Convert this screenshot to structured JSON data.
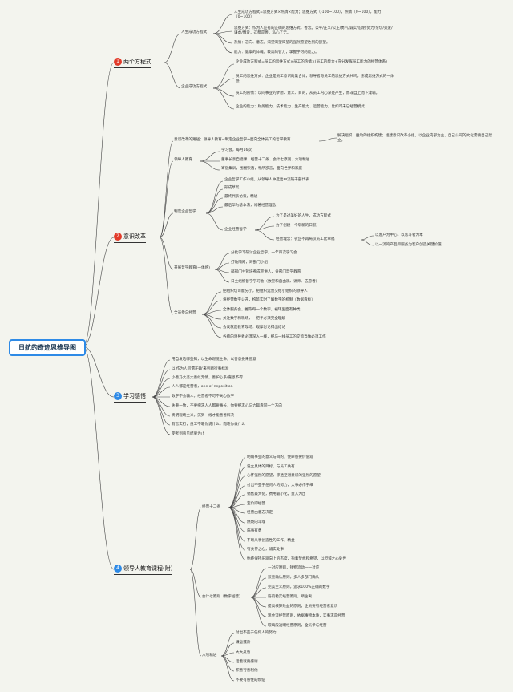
{
  "title": "日航的奇迹思维导图",
  "branches": [
    {
      "num": "1",
      "label": "两个方程式"
    },
    {
      "num": "2",
      "label": "意识改革"
    },
    {
      "num": "3",
      "label": "学习感悟"
    },
    {
      "num": "4",
      "label": "领导人教育课程(附)"
    }
  ],
  "b1": {
    "s1": "人生成功方程式",
    "s1_items": [
      "人生成功方程式=思维方式×热情×能力；思维方式（-100~100），热情（0~100），能力（0~100）",
      "思维方式：作为人应有的正确的思维方式，善念。公平/正义/公正/勇气/诚实/忍耐/努力/亲切/关爱/谦虚/博爱，这都是善，私心了无。",
      "热情：志向、意志，渴望渴望渴望的强烈愿望达到的欲望。",
      "能力：健康的体魄，较高的智力，掌握学习的能力。"
    ],
    "s2": "企业成功方程式",
    "s2_items": [
      "企业成功方程式=员工的思维方式×员工的热情×(员工的能力+充分发挥员工能力的经营体系)",
      "员工的思维方式：企业是员工意识的集合体，领导者与员工的思维方式共鸣，形成思维方式的一体感",
      "员工的热情：以同事业的梦想、意义、目的，从员工内心深处产生，而非自上而下灌输。",
      "企业的能力：财务能力、技术能力、生产能力、运营能力，比如可未已经营模式"
    ]
  },
  "b2": {
    "top": "意识改革的路径：领导人教育→制定企业哲学→面向全体员工的哲学教育",
    "top_note": "解决组织：推动的组织构建；组建意识改革小组，以企业内部为主，自己公司的文化需要自己建立。",
    "leader": "领导人教育",
    "leader_items": [
      "学习会，每月16次",
      "董事长亲自授课：经营十二条、会计七原则、六项精进",
      "寄宿集训，围圈饮酒，畅所欲言，面向世界和家庭"
    ],
    "phil": "制定企业哲学",
    "phil_items": [
      "企业哲学工作小组，从领导人中选出中流砥干部代表",
      "形成草案",
      "最终代表访谈，精进",
      "最后华为基本法，诸著经营理念"
    ],
    "corp": "企业经营哲学",
    "corp_items": [
      "为了是过美好的人生，成功方程式",
      "为了创建一个崭新的日航"
    ],
    "idea": "经营理念：农企不再局仅员工比幸福",
    "idea_items": [
      "以客户为中心，以客斗者为本",
      "以一流的产品和服务为客户创造关键价值"
    ],
    "edu": "开展哲学教育(一体感)",
    "edu_items": [
      "分批学习研讨企业哲学，一年四次学习会",
      "打破隔阂，跨部门小组",
      "部部门主管培养成宣讲人，分部门哲学教育",
      "日主组织哲学学习会（数堂和自由观、讲师、志愿者）"
    ],
    "all": "全员参与经营",
    "all_items": [
      "把组织切可能分小，把组织运营交给小组织的领导人",
      "将经营数字公开，构筑实时了解数字的机制（数据看板）",
      "全体服务会，推陈每一个数字，被环里面有种类",
      "关注数字和现场，一把手必须完全理解",
      "会议就是教育现场：观摩讨论得出结论",
      "各级的领导者必须深入一线，把与一线员工的交流当做必须工作"
    ]
  },
  "b3": {
    "items": [
      "用自发哈哪些知，以生命燃揽生命，以善意换来善意",
      "以'作为人何谓正确'来判断行事标准",
      "小善乃大恶大善似无情，善护心系/嘉恩不得",
      "人人都是经营者，one of neposition",
      "数字不会骗人，经营者不可不关心数字",
      "失重一致，不要把求人人都要事长，你要把求心与力辄看同一个方向",
      "贵明现场主义，沉到一线才能善善解决",
      "有言实行，员工不靠你说什么，而靠你做什么",
      "使考到看见结果为止"
    ]
  },
  "b4": {
    "twelve": "经营十二条",
    "twelve_items": [
      "明确事业的意义与目的，使命感要价值观",
      "设立具体的目标，与员工共有",
      "心怀强烈的愿望，渗透至潜意识的强烈的愿望",
      "付出不亚于任何人的努力，大事必作于细",
      "销售最大化，费用最小化，量入为出",
      "定价即经营",
      "经营由意志决定",
      "燃烧的斗魂",
      "临事有勇",
      "不断从事创造性的工作，精益",
      "有关怀之心，诚实处事",
      "始终保持乐观向上的态度，抱着梦想和希望，以坦诚之心处世"
    ],
    "seven": "会计七原则（数字经营）",
    "seven_items": [
      "一对应原则，钱物流动一一对应",
      "双重确认原则，多人多部门确认",
      "完美主义原则，追求100%正确的数字",
      "筋肉稳实经营原则，断舍离",
      "提高核算效益的原则，企员要有经营者意识",
      "现金流经营原则，依据事物本质，实事求是经营",
      "玻璃般透明经营原则，全员参与经营"
    ],
    "six": "六项精进",
    "six_items": [
      "付出不亚于任何人的努力",
      "谦虚戒骄",
      "天天反省",
      "活着就要感谢",
      "积善行善利他",
      "不要有感性的烦恼"
    ]
  },
  "colors": {
    "background": "#f3f4ee",
    "line": "#333333",
    "root_border": "#2e8ae6",
    "badge_red": "#e23b2a",
    "badge_blue": "#2e8ae6"
  }
}
